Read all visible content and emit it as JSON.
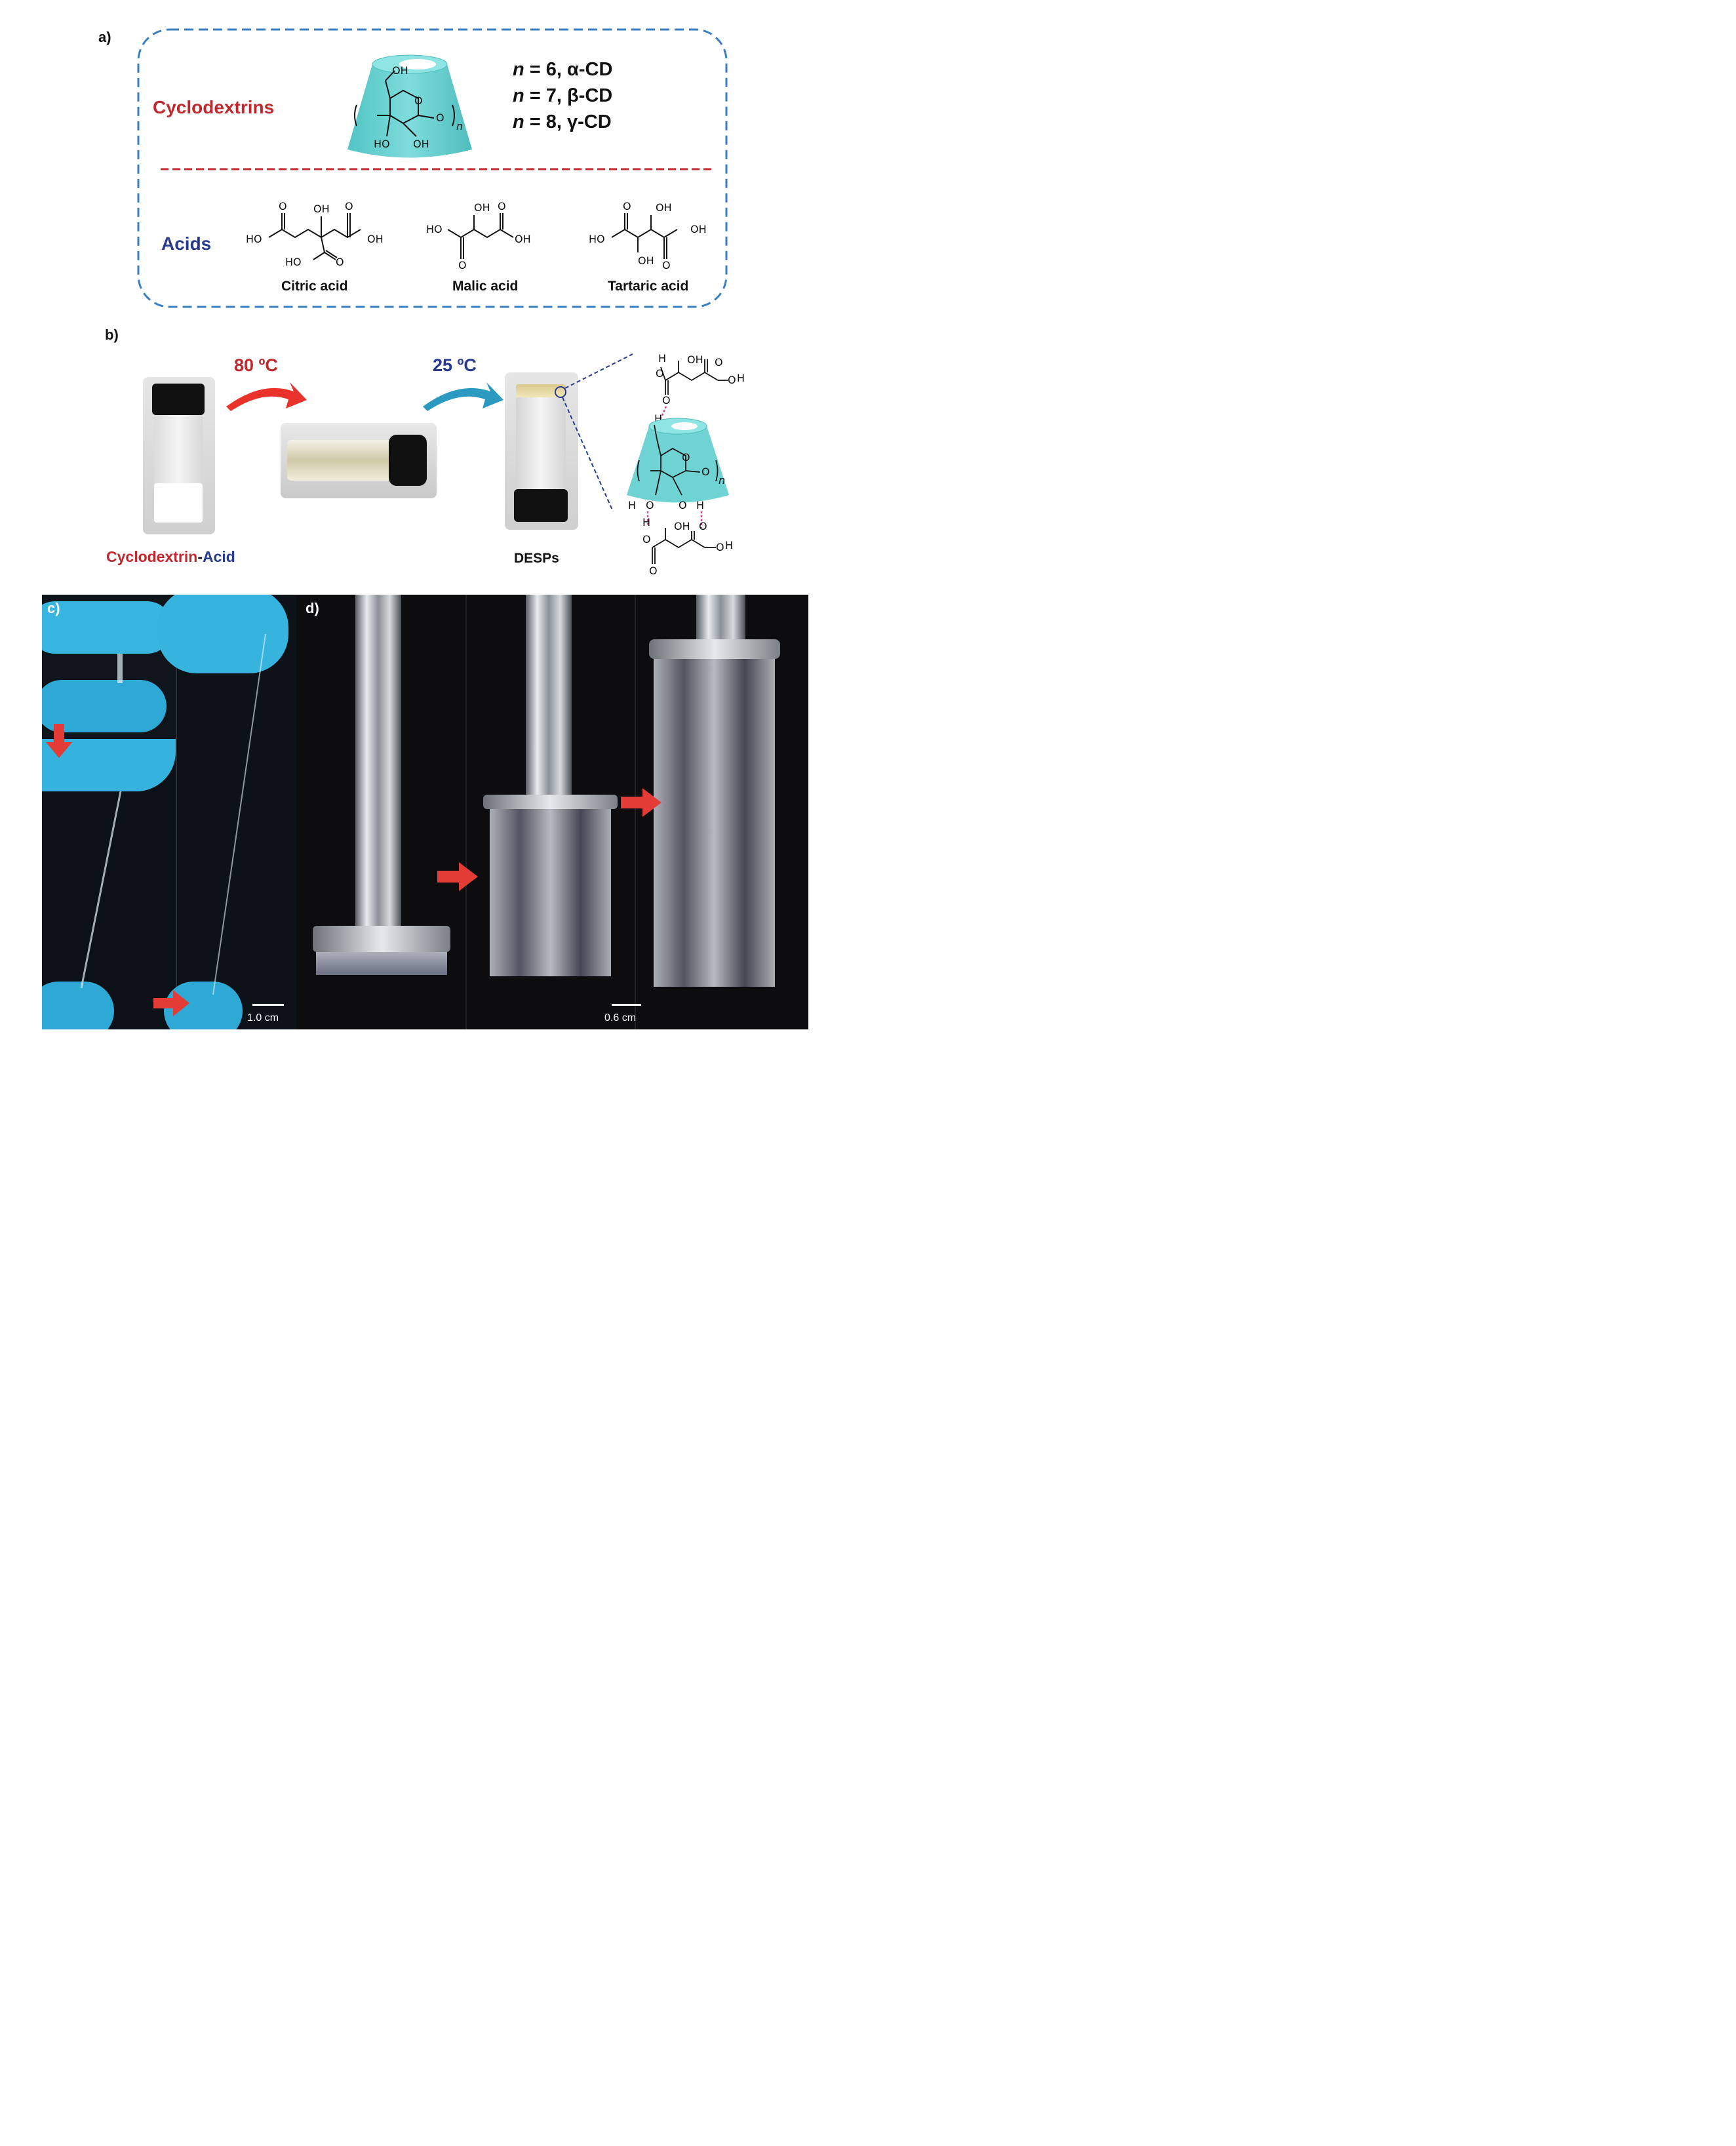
{
  "panel_a": {
    "label": "a)",
    "cyclodextrins_label": "Cyclodextrins",
    "acids_label": "Acids",
    "cd_structure": {
      "oh_top": "OH",
      "oh_left": "HO",
      "oh_right": "OH",
      "ring_o": "O",
      "link_o": "O",
      "subscript": "n"
    },
    "cd_types": [
      {
        "n": "n",
        "text": " = 6, α-CD"
      },
      {
        "n": "n",
        "text": " = 7, β-CD"
      },
      {
        "n": "n",
        "text": " = 8, γ-CD"
      }
    ],
    "acids": [
      {
        "name": "Citric acid"
      },
      {
        "name": "Malic acid"
      },
      {
        "name": "Tartaric acid"
      }
    ],
    "atom_labels": {
      "oh": "OH",
      "ho": "HO",
      "o": "O",
      "h": "H"
    },
    "colors": {
      "border": "#3a7fc0",
      "divider": "#c0282d",
      "cd_fill": "#6fd3d3"
    }
  },
  "panel_b": {
    "label": "b)",
    "temp_hot": "80 ºC",
    "temp_cool": "25 ºC",
    "mix_label_part1": "Cyclodextrin",
    "mix_label_dash": "-",
    "mix_label_part2": "Acid",
    "product_label": "DESPs",
    "colors": {
      "hot_arrow": "#e8322b",
      "cool_arrow": "#2a9ac0",
      "hbond": "#d0408a"
    }
  },
  "panel_c": {
    "label": "c)",
    "scale_bar": "1.0 cm"
  },
  "panel_d": {
    "label": "d)",
    "scale_bar": "0.6 cm"
  }
}
